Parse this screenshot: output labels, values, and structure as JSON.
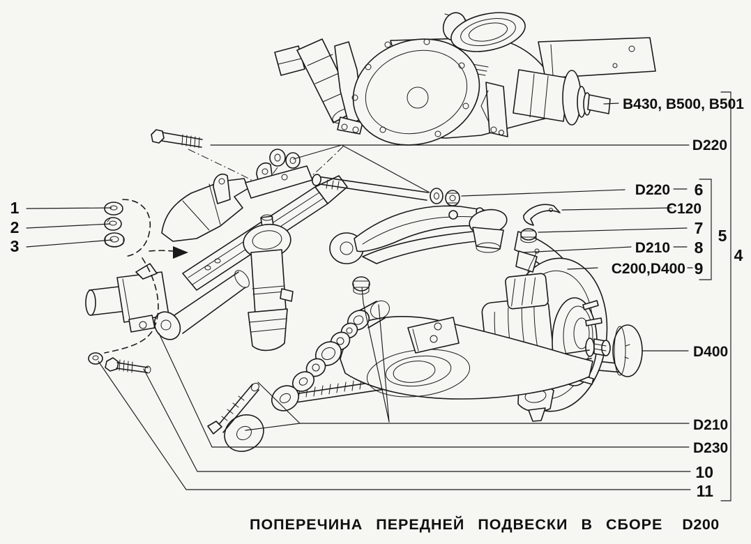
{
  "figure": {
    "type": "exploded-parts-diagram",
    "colors": {
      "background": "#f6f6f3",
      "ink": "#1a1a1a"
    },
    "caption": {
      "title": "ПОПЕРЕЧИНА ПЕРЕДНЕЙ ПОДВЕСКИ В СБОРЕ",
      "code": "D200"
    },
    "callouts": {
      "axle_codes": "B430, B500, B501",
      "d220_top": "D220",
      "d220_mid": "D220",
      "item6": "6",
      "c120": "C120",
      "item7": "7",
      "d210_mid": "D210",
      "item8": "8",
      "c200_d400": "C200,D400",
      "item9": "9",
      "group5": "5",
      "group4": "4",
      "d400": "D400",
      "d210_bottom": "D210",
      "d230": "D230",
      "item10": "10",
      "item11": "11",
      "item1": "1",
      "item2": "2",
      "item3": "3"
    }
  }
}
